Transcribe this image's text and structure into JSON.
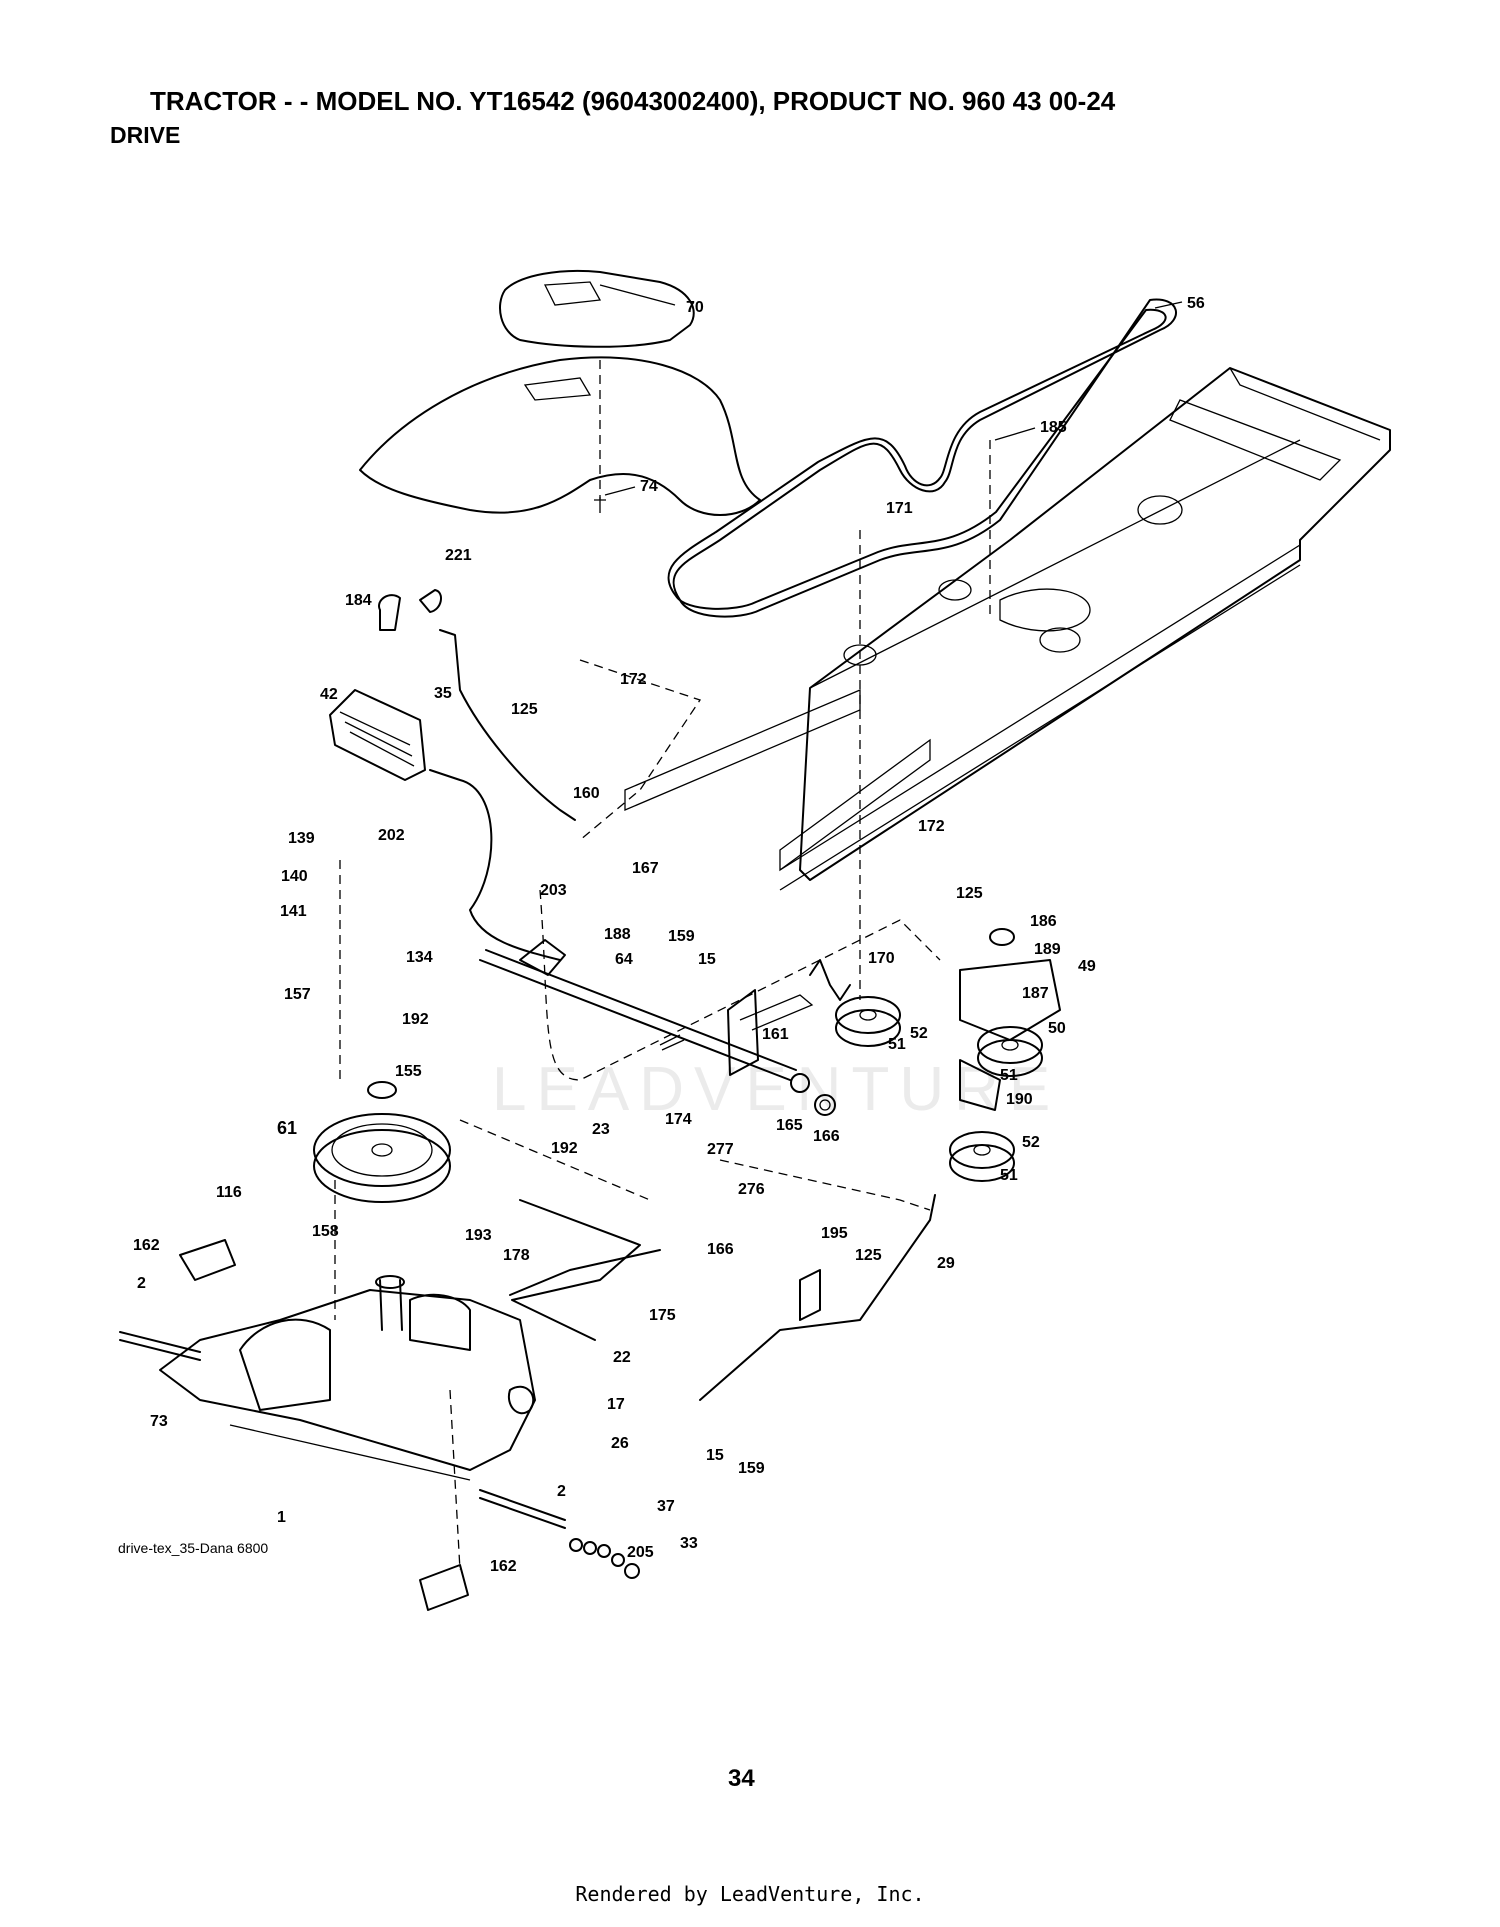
{
  "header": {
    "title": "TRACTOR - - MODEL NO. YT16542 (96043002400), PRODUCT NO. 960 43 00-24",
    "subtitle": "DRIVE"
  },
  "watermark": "LEADVENTURE",
  "drawing_id": "drive-tex_35-Dana 6800",
  "page_number": "34",
  "footer": "Rendered by LeadVenture, Inc.",
  "callouts": [
    "70",
    "56",
    "185",
    "74",
    "171",
    "221",
    "184",
    "35",
    "172",
    "125",
    "42",
    "160",
    "167",
    "203",
    "139",
    "202",
    "140",
    "141",
    "134",
    "157",
    "192",
    "188",
    "159",
    "15",
    "64",
    "161",
    "170",
    "52",
    "51",
    "186",
    "189",
    "49",
    "187",
    "50",
    "190",
    "155",
    "61",
    "165",
    "166",
    "23",
    "174",
    "277",
    "276",
    "116",
    "162",
    "158",
    "193",
    "178",
    "175",
    "22",
    "195",
    "29",
    "2",
    "17",
    "73",
    "26",
    "37",
    "1",
    "205",
    "33"
  ]
}
